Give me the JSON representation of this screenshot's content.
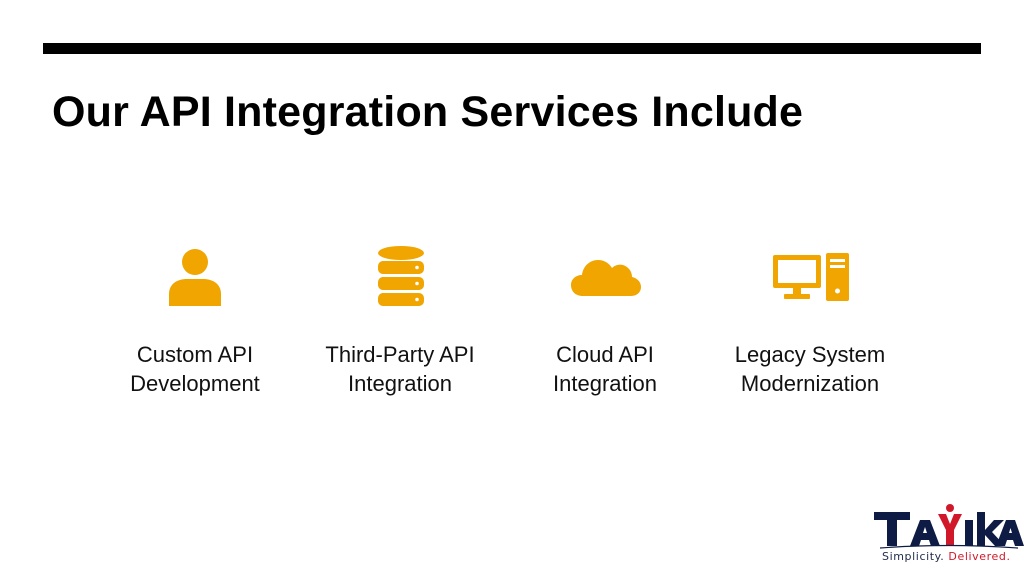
{
  "slide": {
    "title": "Our API Integration Services Include"
  },
  "services": [
    {
      "line1": "Custom API",
      "line2": "Development",
      "icon": "user-icon"
    },
    {
      "line1": "Third-Party API",
      "line2": "Integration",
      "icon": "database-icon"
    },
    {
      "line1": "Cloud API",
      "line2": "Integration",
      "icon": "cloud-icon"
    },
    {
      "line1": "Legacy System",
      "line2": "Modernization",
      "icon": "computer-icon"
    }
  ],
  "logo": {
    "name": "TAYIKA",
    "tagline_part1": "Simplicity. ",
    "tagline_part2": "Delivered."
  },
  "colors": {
    "accent": "#F0A500",
    "text": "#111111",
    "logo_navy": "#0E1C45",
    "logo_red": "#D0182A"
  }
}
